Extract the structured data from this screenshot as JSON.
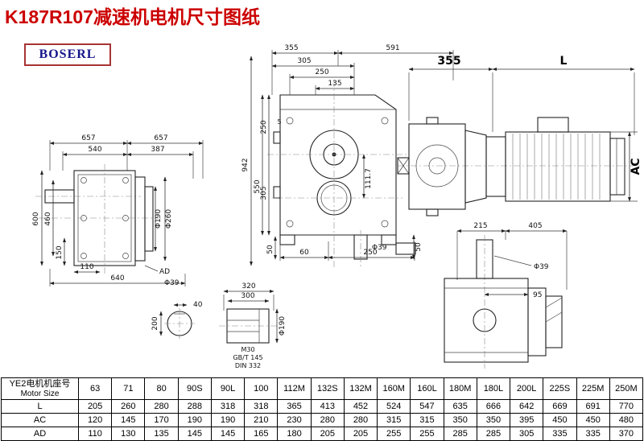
{
  "page": {
    "title": "K187R107减速机电机尺寸图纸",
    "logo_text": "BOSERL"
  },
  "colors": {
    "title": "#cc0000",
    "logo_text": "#15168a",
    "logo_border": "#a83434"
  },
  "dims": {
    "front": {
      "top_355": "355",
      "top_591": "591",
      "top_305": "305",
      "top_250": "250",
      "top_135": "135",
      "left_942": "942",
      "left_550": "550",
      "left_250": "250",
      "left_5": "5",
      "left_305": "305",
      "inner_111_7": "111.7",
      "bottom_50_left": "50",
      "bottom_60": "60",
      "bottom_250": "250",
      "shaft_d39": "Φ39",
      "right_50": "50"
    },
    "side": {
      "top_657_a": "657",
      "top_657_b": "657",
      "top_540": "540",
      "top_387": "387",
      "left_600": "600",
      "left_460": "460",
      "left_150": "150",
      "bottom_110": "110",
      "bottom_640": "640",
      "label_ad": "AD",
      "shaft_d39": "Φ39",
      "flange_d190": "Φ190",
      "flange_d260": "Φ260"
    },
    "motor": {
      "top_355": "355",
      "top_l": "L",
      "right_ac": "AC"
    },
    "shaft_detail": {
      "top_320": "320",
      "top_300": "300",
      "key_40": "40",
      "left_200": "200",
      "thread_m30": "M30",
      "std_gbt": "GB/T 145",
      "std_din": "DIN 332",
      "d190": "Φ190"
    },
    "flange": {
      "top_215": "215",
      "top_405": "405",
      "d39": "Φ39",
      "dim_95": "95"
    }
  },
  "table": {
    "header": {
      "line1": "YE2电机机座号",
      "line2": "Motor Size"
    },
    "columns": [
      "63",
      "71",
      "80",
      "90S",
      "90L",
      "100",
      "112M",
      "132S",
      "132M",
      "160M",
      "160L",
      "180M",
      "180L",
      "200L",
      "225S",
      "225M",
      "250M"
    ],
    "rows": [
      {
        "label": "L",
        "values": [
          "205",
          "260",
          "280",
          "288",
          "318",
          "318",
          "365",
          "413",
          "452",
          "524",
          "547",
          "635",
          "666",
          "642",
          "669",
          "691",
          "770"
        ]
      },
      {
        "label": "AC",
        "values": [
          "120",
          "145",
          "170",
          "190",
          "190",
          "210",
          "230",
          "280",
          "280",
          "315",
          "315",
          "350",
          "350",
          "395",
          "450",
          "450",
          "480"
        ]
      },
      {
        "label": "AD",
        "values": [
          "110",
          "130",
          "135",
          "145",
          "145",
          "165",
          "180",
          "205",
          "205",
          "255",
          "255",
          "285",
          "285",
          "305",
          "335",
          "335",
          "370"
        ]
      }
    ]
  }
}
